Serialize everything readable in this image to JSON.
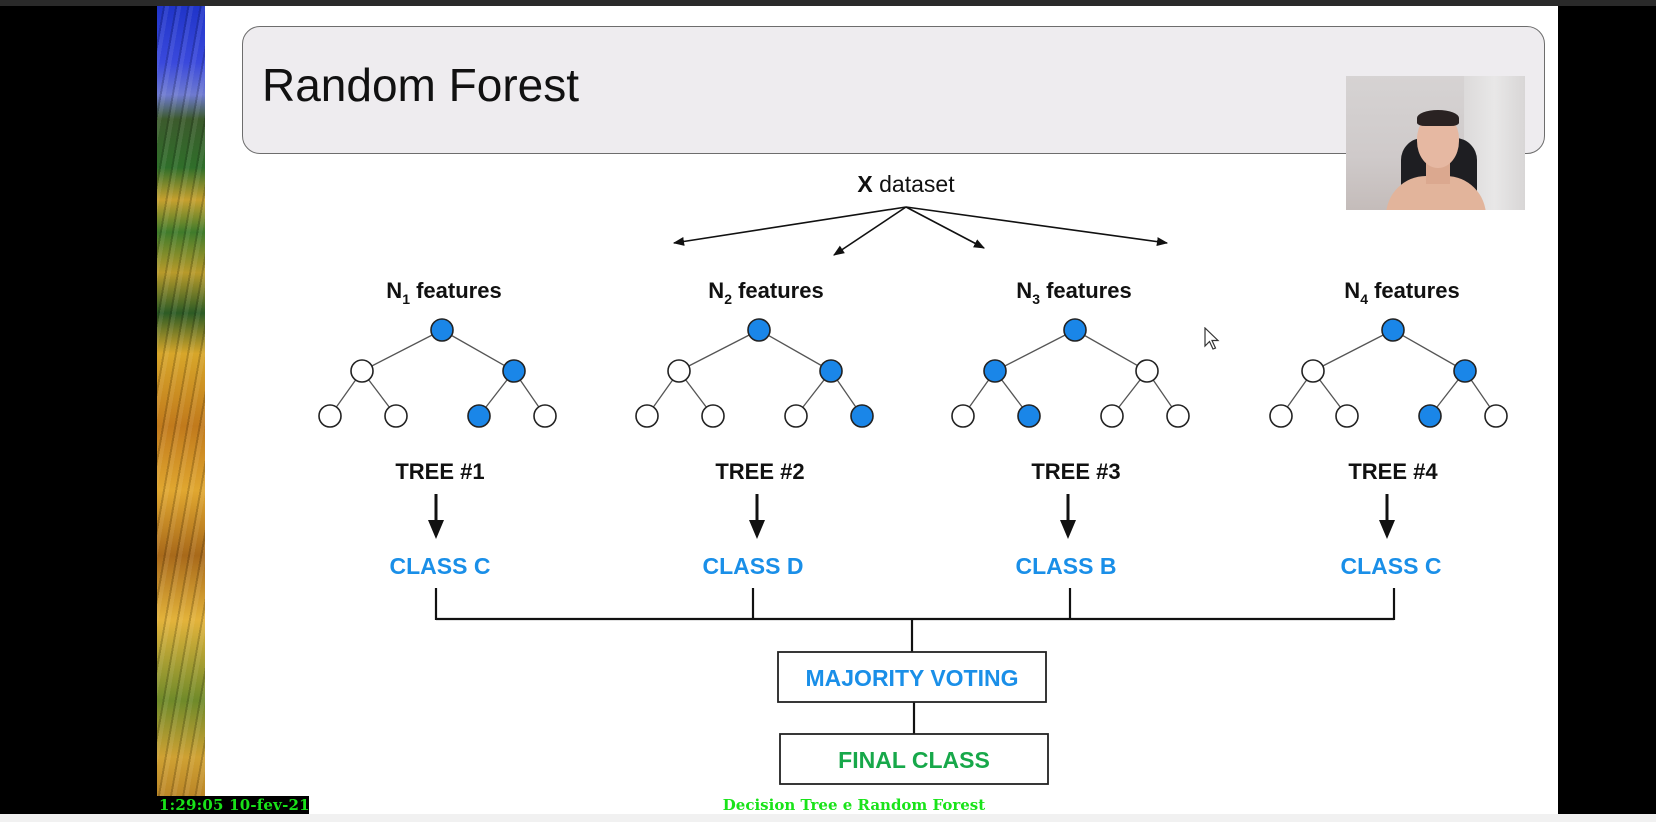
{
  "slide": {
    "title": "Random Forest",
    "caption": "Decision Tree e Random Forest"
  },
  "video": {
    "timestamp": "1:29:05  10-fev-21"
  },
  "diagram": {
    "dataset_bold": "X",
    "dataset_rest": " dataset",
    "trees": [
      {
        "feature_letter": "N",
        "feature_sub": "1",
        "feature_rest": " features",
        "label": "TREE #1",
        "class_label": "CLASS C",
        "filled": [
          true,
          false,
          true,
          false,
          false,
          true,
          false
        ]
      },
      {
        "feature_letter": "N",
        "feature_sub": "2",
        "feature_rest": " features",
        "label": "TREE #2",
        "class_label": "CLASS D",
        "filled": [
          true,
          false,
          true,
          false,
          false,
          false,
          true
        ]
      },
      {
        "feature_letter": "N",
        "feature_sub": "3",
        "feature_rest": " features",
        "label": "TREE #3",
        "class_label": "CLASS B",
        "filled": [
          true,
          true,
          false,
          false,
          true,
          false,
          false
        ]
      },
      {
        "feature_letter": "N",
        "feature_sub": "4",
        "feature_rest": " features",
        "label": "TREE #4",
        "class_label": "CLASS C",
        "filled": [
          true,
          false,
          true,
          false,
          false,
          true,
          false
        ]
      }
    ],
    "voting_label": "MAJORITY VOTING",
    "final_label": "FINAL CLASS",
    "colors": {
      "node_fill": "#1a86e8",
      "class_text": "#1a8fe8",
      "final_text": "#17a84a"
    }
  }
}
